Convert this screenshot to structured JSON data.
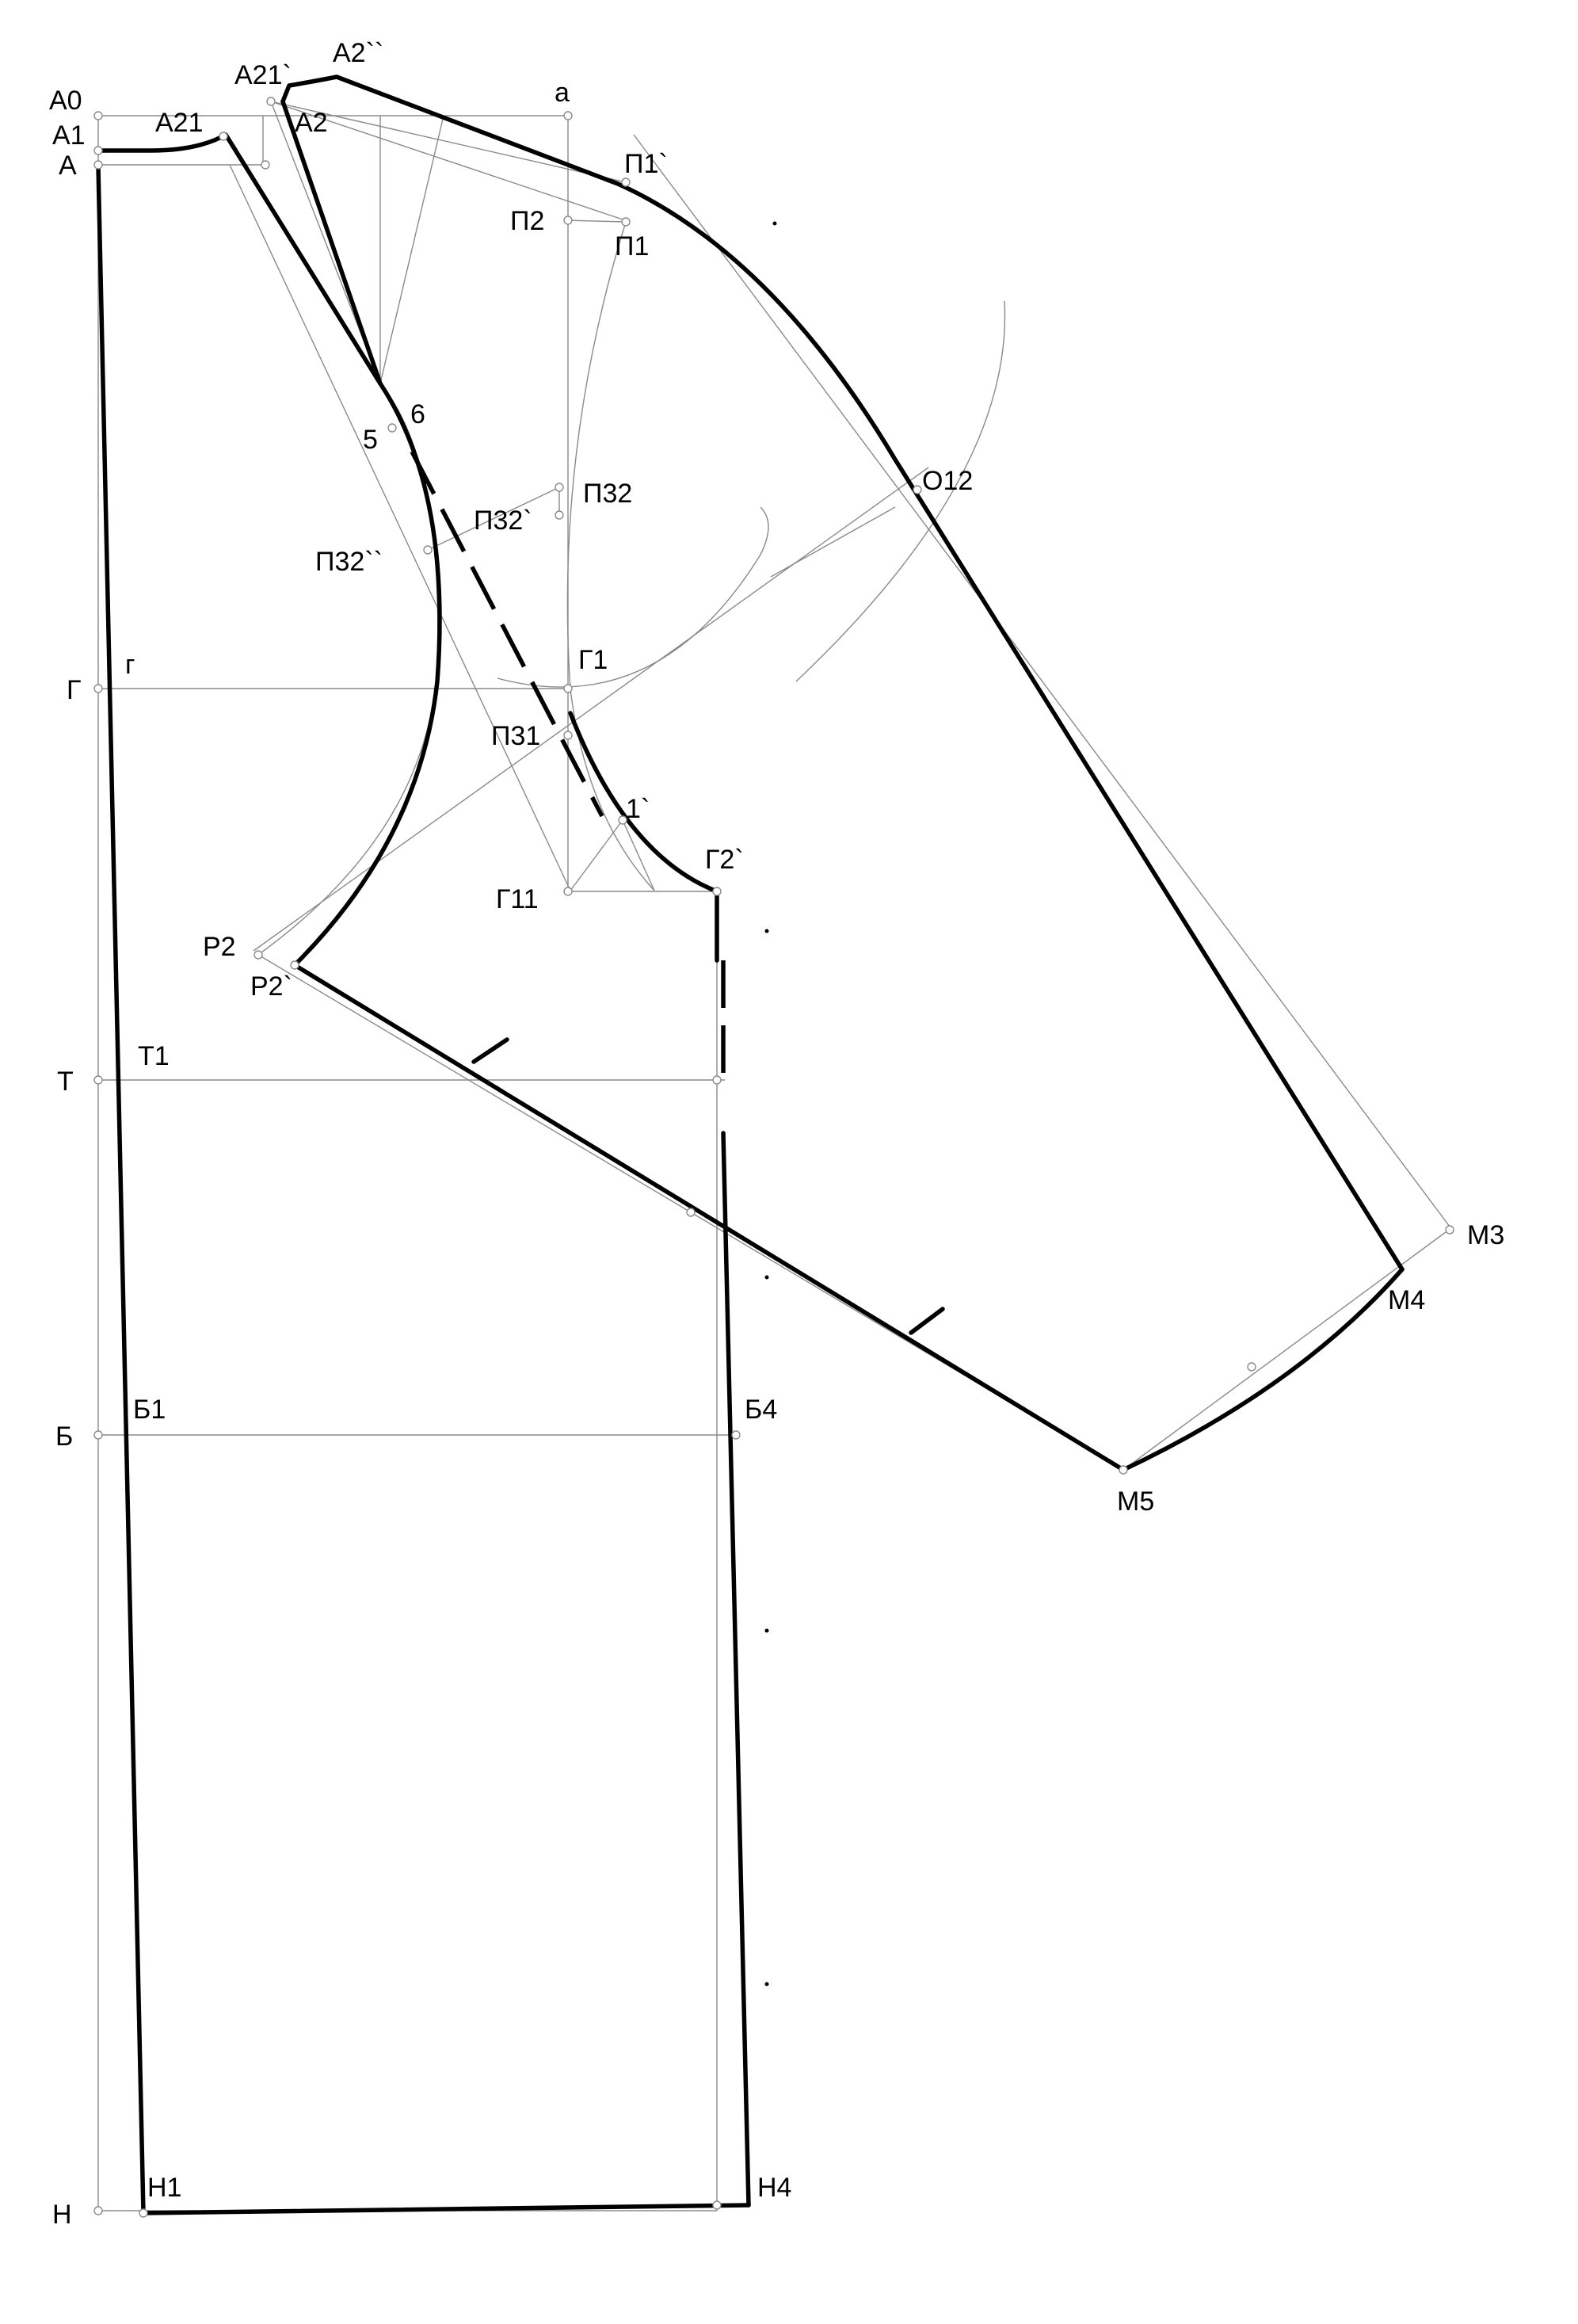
{
  "labels": {
    "A0": "А0",
    "A1": "А1",
    "A": "А",
    "A21": "А21",
    "A21p": "А21`",
    "A2pp": "А2``",
    "A2": "А2",
    "a_small": "а",
    "P1p": "П1`",
    "P2": "П2",
    "P1": "П1",
    "n5": "5",
    "n6": "6",
    "P32": "П32",
    "P32p": "П32`",
    "P32pp": "П32``",
    "O12": "О12",
    "G": "Г",
    "g_small": "г",
    "G1": "Г1",
    "P31": "П31",
    "n1p": "1`",
    "G11": "Г11",
    "G2p": "Г2`",
    "R2": "Р2",
    "R2p": "Р2`",
    "T": "Т",
    "T1": "Т1",
    "M3": "М3",
    "M4": "М4",
    "B": "Б",
    "B1": "Б1",
    "B4": "Б4",
    "M5": "М5",
    "H": "Н",
    "H1": "Н1",
    "H4": "Н4"
  }
}
